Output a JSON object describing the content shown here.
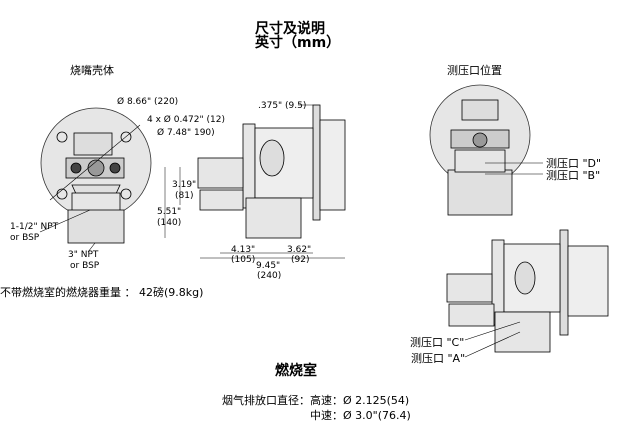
{
  "header": {
    "title_line1": "尺寸及说明",
    "title_line2": "英寸（mm）"
  },
  "burner_housing": {
    "label": "烧嘴壳体",
    "dim_outer_diameter": "Ø 8.66\" (220)",
    "dim_bolt_holes": "4 x Ø 0.472\" (12)",
    "dim_bolt_circle": "Ø 7.48\" 190)",
    "dim_flange_thickness": ".375\" (9.5)",
    "gas_inlet_line1": "1-1/2\" NPT",
    "gas_inlet_line2": "or BSP",
    "air_inlet_line1": "3\" NPT",
    "air_inlet_line2": "or BSP",
    "dim_319": "3.19\"",
    "dim_319_mm": "(81)",
    "dim_551": "5.51\"",
    "dim_551_mm": "(140)",
    "dim_413": "4.13\"",
    "dim_413_mm": "(105)",
    "dim_362": "3.62\"",
    "dim_362_mm": "(92)",
    "dim_945": "9.45\"",
    "dim_945_mm": "(240)",
    "weight_note": "不带燃烧室的燃烧器重量 ： 42磅(9.8kg)"
  },
  "pressure_taps": {
    "label": "测压口位置",
    "tap_d": "测压口 \"D\"",
    "tap_b": "测压口 \"B\"",
    "tap_c": "测压口 \"C\"",
    "tap_a": "测压口 \"A\""
  },
  "combustion_chamber": {
    "label": "燃烧室",
    "exhaust_label": "烟气排放口直径：",
    "high_speed": "高速：Ø 2.125(54)",
    "medium_speed": "中速：Ø 3.0\"(76.4)"
  }
}
